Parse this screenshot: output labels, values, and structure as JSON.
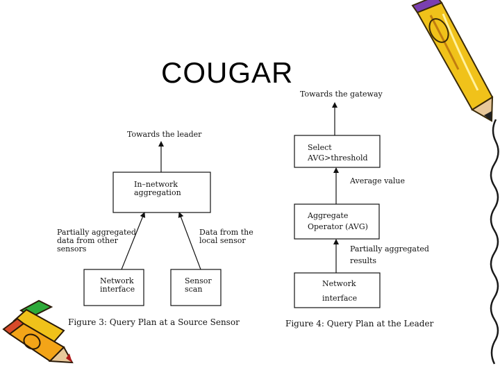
{
  "slide": {
    "title": "COUGAR"
  },
  "figure3": {
    "top_label": "Towards the leader",
    "center_box": [
      "In–network",
      "aggregation"
    ],
    "left_edge_label": [
      "Partially aggregated",
      "data from other",
      "sensors"
    ],
    "right_edge_label": [
      "Data from the",
      "local sensor"
    ],
    "left_box": [
      "Network",
      "interface"
    ],
    "right_box": [
      "Sensor",
      "scan"
    ],
    "caption": "Figure 3:  Query Plan at a Source Sensor"
  },
  "figure4": {
    "top_label": "Towards the gateway",
    "top_box": [
      "Select",
      "AVG>threshold"
    ],
    "label_1": "Average value",
    "middle_box": [
      "Aggregate",
      "Operator (AVG)"
    ],
    "label_2": [
      "Partially aggregated",
      "results"
    ],
    "bottom_box": [
      "Network",
      "interface"
    ],
    "caption": "Figure 4:  Query Plan at the Leader"
  },
  "decorations": {
    "top_right": "pencil-icon",
    "bottom_left": "pencil-icon",
    "right_edge": "squiggle-border"
  }
}
